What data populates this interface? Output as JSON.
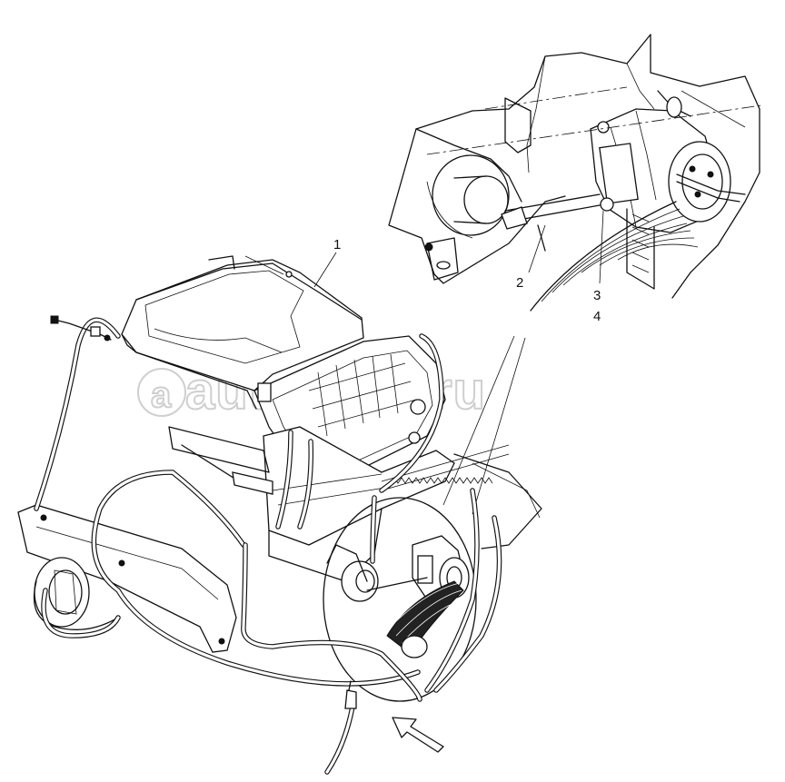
{
  "callouts": {
    "c1": "1",
    "c2": "2",
    "c3": "3",
    "c4": "4"
  },
  "watermark": "autopiter.ru",
  "colors": {
    "line": "#111111",
    "background": "#ffffff",
    "watermark": "#cfcfcf"
  }
}
